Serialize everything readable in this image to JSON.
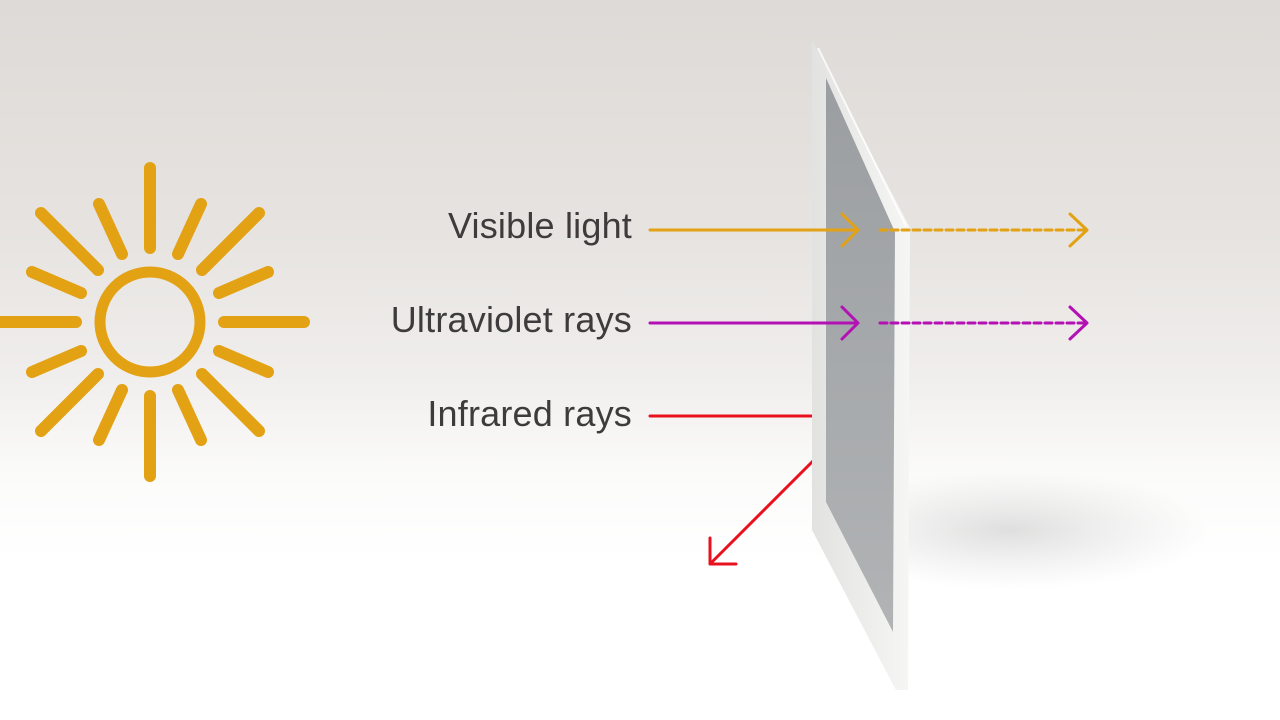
{
  "rays": [
    {
      "id": "visible",
      "label": "Visible light",
      "color": "#e3a114",
      "behavior": "transmitted"
    },
    {
      "id": "uv",
      "label": "Ultraviolet rays",
      "color": "#b311b3",
      "behavior": "transmitted"
    },
    {
      "id": "ir",
      "label": "Infrared rays",
      "color": "#e8121e",
      "behavior": "reflected"
    }
  ],
  "colors": {
    "sun": "#e3a114",
    "pane_frame": "#f1f1f0",
    "pane_glass": "#a3a6a8",
    "text": "#3e3b3c"
  },
  "icons": {
    "sun": "sun-icon",
    "pane": "glass-pane"
  }
}
